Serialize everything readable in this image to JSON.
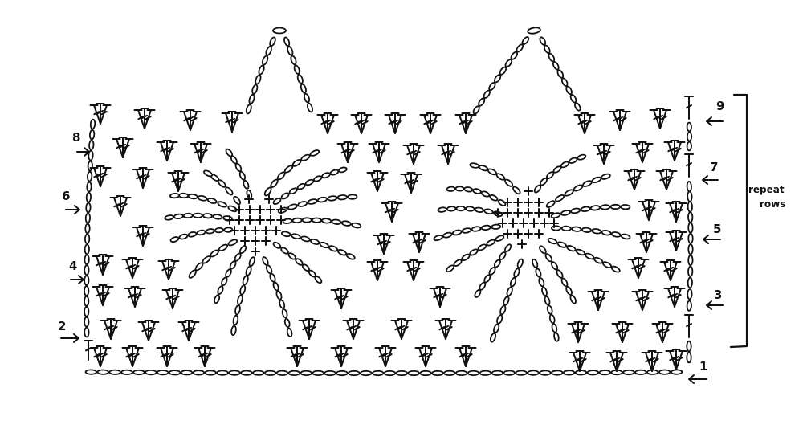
{
  "diagram": {
    "row_labels": [
      "1",
      "2",
      "3",
      "4",
      "5",
      "6",
      "7",
      "8",
      "9"
    ],
    "repeat_label": {
      "line1": "repeat",
      "line2": "rows"
    }
  },
  "colors": {
    "ink": "#111111",
    "paper": "#ffffff"
  }
}
